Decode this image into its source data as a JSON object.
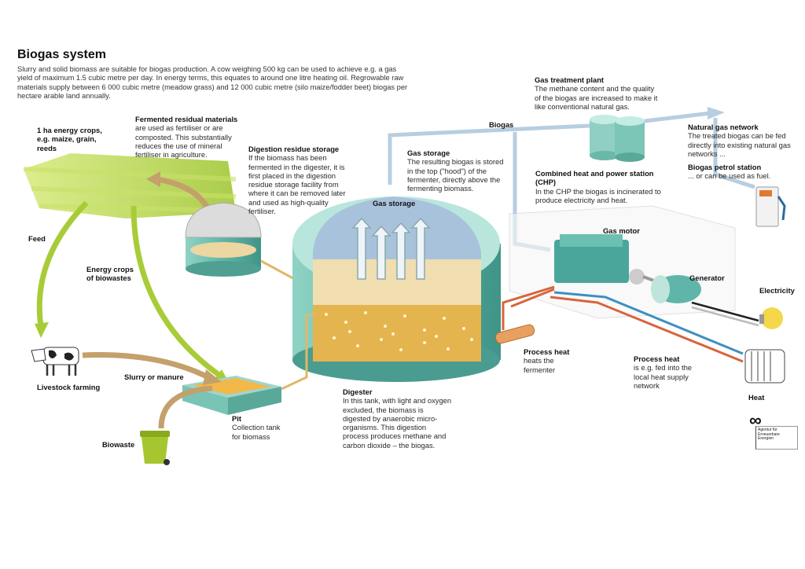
{
  "title": "Biogas system",
  "intro": "Slurry and solid biomass are suitable for biogas production. A cow weighing 500 kg can be used to achieve e.g. a gas yield of maximum 1.5 cubic metre per day. In energy terms, this equates to around one litre heating oil. Regrowable raw materials supply between 6 000 cubic metre (meadow grass) and 12 000 cubic metre (silo maize/fodder beet) biogas per hectare arable land annually.",
  "labels": {
    "energy_crops": "1 ha energy crops, e.g. maize, grain, reeds",
    "feed": "Feed",
    "energy_crops_biowastes": "Energy crops of biowastes",
    "livestock": "Livestock farming",
    "slurry": "Slurry or manure",
    "biowaste": "Biowaste",
    "biogas": "Biogas",
    "gas_storage_inner": "Gas storage",
    "gas_motor": "Gas motor",
    "generator": "Generator",
    "electricity": "Electricity",
    "heat": "Heat"
  },
  "blocks": {
    "fermented": {
      "title": "Fermented residual materials",
      "text": "are used as fertiliser or are composted. This substantially reduces the use of mineral fertiliser in agriculture."
    },
    "residue_storage": {
      "title": "Digestion residue storage",
      "text": "If the biomass has been fermented in the digester, it is first placed in the digestion residue storage facility from where it can be removed later and used as high-quality fertiliser."
    },
    "gas_storage": {
      "title": "Gas storage",
      "text": "The resulting biogas is stored in the top (\"hood\") of the fermenter, directly above the fermenting biomass."
    },
    "treatment": {
      "title": "Gas treatment plant",
      "text": "The methane content and the quality of the biogas are increased to make it like conventional natural gas."
    },
    "natural_gas": {
      "title": "Natural gas network",
      "text": "The treated biogas can be fed directly into existing natural gas networks ..."
    },
    "petrol": {
      "title": "Biogas petrol station",
      "text": "... or can be used as fuel."
    },
    "chp": {
      "title": "Combined heat and power station (CHP)",
      "text": "In the CHP the biogas is incinerated to produce electricity and heat."
    },
    "process_heat_1": {
      "title": "Process heat",
      "text": "heats the fermenter"
    },
    "process_heat_2": {
      "title": "Process heat",
      "text": "is e.g. fed into the local heat supply network"
    },
    "digester": {
      "title": "Digester",
      "text": "In this tank, with light and oxygen excluded, the biomass is digested by anaerobic micro-organisms. This digestion process produces methane and carbon dioxide – the biogas."
    },
    "pit": {
      "title": "Pit",
      "text": "Collection tank for biomass"
    }
  },
  "logo": {
    "text": "Agentur für Erneuerbare Energien"
  },
  "colors": {
    "teal": "#6fc0b2",
    "gas_blue": "#a9c4dc",
    "biomass": "#e6b955",
    "crops": "#b6d630",
    "arrow_brown": "#b8925a",
    "heat_red": "#d8643a",
    "heat_blue": "#3d8fc2"
  }
}
